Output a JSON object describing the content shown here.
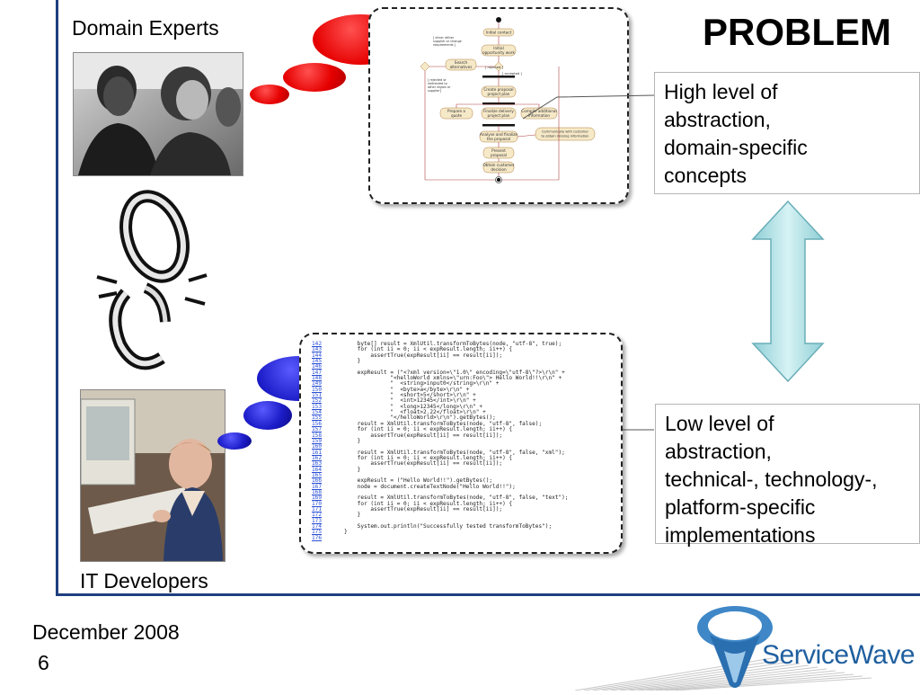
{
  "title": "PROBLEM",
  "domain_experts_label": "Domain Experts",
  "it_developers_label": "IT Developers",
  "high_level_box": [
    "High level of",
    "abstraction,",
    "domain-specific",
    "concepts"
  ],
  "low_level_box": [
    "Low level of",
    "abstraction,",
    "technical-, technology-,",
    "platform-specific",
    "implementations"
  ],
  "footer": {
    "date": "December 2008",
    "page": "6"
  },
  "logo": {
    "brand": "ServiceWave",
    "color": "#1f5f9f"
  },
  "colors": {
    "frame": "#1f3f7f",
    "red_bubble": "#e60000",
    "blue_bubble": "#1c1cc8",
    "arrow": "#a8dde2"
  },
  "code_lines": [
    [
      "142",
      "    byte[] result = XmlUtil.transformToBytes(node, \"utf-8\", true);"
    ],
    [
      "143",
      "    for (int ii = 0; ii < expResult.length; ii++) {"
    ],
    [
      "144",
      "        assertTrue(expResult[ii] == result[ii]);"
    ],
    [
      "145",
      "    }"
    ],
    [
      "146",
      ""
    ],
    [
      "147",
      "    expResult = (\"<?xml version=\\\"1.0\\\" encoding=\\\"utf-8\\\"?>\\r\\n\" +"
    ],
    [
      "148",
      "              \"<helloWorld xmlns=\\\"urn:Foo\\\"> Hello World!!\\r\\n\" +"
    ],
    [
      "149",
      "              \"  <string>input0</string>\\r\\n\" +"
    ],
    [
      "150",
      "              \"  <byte>a</byte>\\r\\n\" +"
    ],
    [
      "151",
      "              \"  <short>5</short>\\r\\n\" +"
    ],
    [
      "152",
      "              \"  <int>12345</int>\\r\\n\" +"
    ],
    [
      "153",
      "              \"  <long>12345</long>\\r\\n\" +"
    ],
    [
      "154",
      "              \"  <float>2.22</float>\\r\\n\" +"
    ],
    [
      "155",
      "              \"</helloWorld>\\r\\n\").getBytes();"
    ],
    [
      "156",
      "    result = XmlUtil.transformToBytes(node, \"utf-8\", false);"
    ],
    [
      "157",
      "    for (int ii = 0; ii < expResult.length; ii++) {"
    ],
    [
      "158",
      "        assertTrue(expResult[ii] == result[ii]);"
    ],
    [
      "159",
      "    }"
    ],
    [
      "160",
      ""
    ],
    [
      "161",
      "    result = XmlUtil.transformToBytes(node, \"utf-8\", false, \"xml\");"
    ],
    [
      "162",
      "    for (int ii = 0; ii < expResult.length; ii++) {"
    ],
    [
      "163",
      "        assertTrue(expResult[ii] == result[ii]);"
    ],
    [
      "164",
      "    }"
    ],
    [
      "165",
      ""
    ],
    [
      "166",
      "    expResult = (\"Hello World!!\").getBytes();"
    ],
    [
      "167",
      "    node = document.createTextNode(\"Hello World!!\");"
    ],
    [
      "168",
      ""
    ],
    [
      "169",
      "    result = XmlUtil.transformToBytes(node, \"utf-8\", false, \"text\");"
    ],
    [
      "170",
      "    for (int ii = 0; ii < expResult.length; ii++) {"
    ],
    [
      "171",
      "        assertTrue(expResult[ii] == result[ii]);"
    ],
    [
      "172",
      "    }"
    ],
    [
      "173",
      ""
    ],
    [
      "174",
      "    System.out.println(\"Successfully tested transformToBytes\");"
    ],
    [
      "175",
      "}"
    ],
    [
      "176",
      ""
    ]
  ],
  "activity_diagram": {
    "nodes": [
      "Initial contact",
      "Initial opportunity work",
      "Search alternatives",
      "Create proposal project plan",
      "Prepare a quote",
      "Finalize delivery project plan",
      "Compile additional information",
      "Analyse and finalize the proposal",
      "Communicate with customer to obtain missing information",
      "Present proposal",
      "Obtain customer decision"
    ],
    "guards": [
      "[ drive: either supplier or change requirements ]",
      "[ rejected ]",
      "[ accepted ]",
      "[ rejected or redirected to other region or supplier ]"
    ]
  }
}
